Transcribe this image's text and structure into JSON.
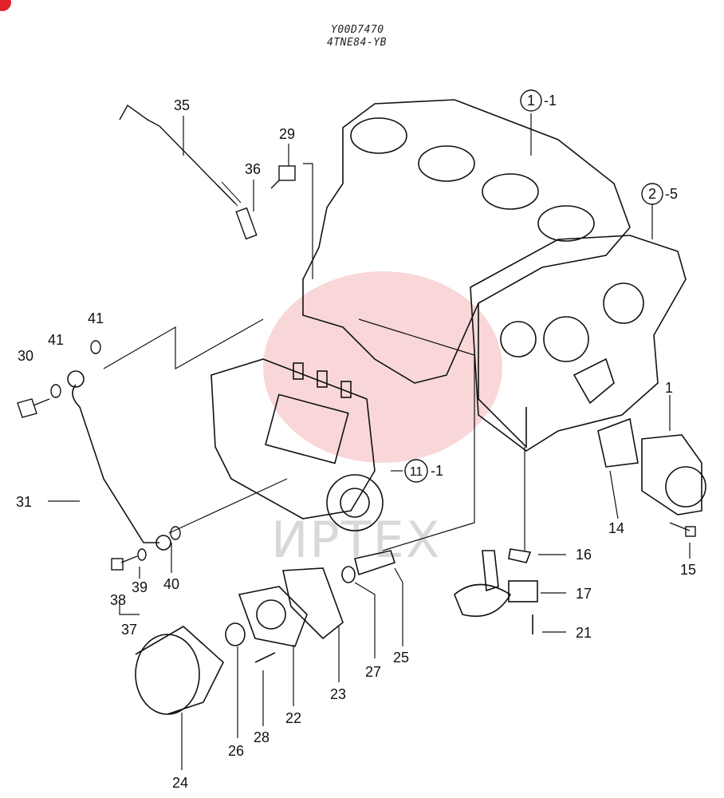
{
  "header": {
    "line1": "Y00D7470",
    "line2": "4TNE84-YB"
  },
  "watermark": "ИРТЕХ",
  "labels": {
    "c1": "1",
    "c1_suffix": "-1",
    "c2": "2",
    "c2_suffix": "-5",
    "c11": "11",
    "c11_suffix": "-1",
    "n35": "35",
    "n29": "29",
    "n36": "36",
    "n41a": "41",
    "n41b": "41",
    "n30": "30",
    "n31": "31",
    "n38": "38",
    "n39": "39",
    "n40": "40",
    "n37": "37",
    "n24": "24",
    "n26": "26",
    "n28": "28",
    "n22": "22",
    "n23": "23",
    "n27": "27",
    "n25": "25",
    "n16": "16",
    "n17": "17",
    "n21": "21",
    "n14": "14",
    "n1": "1",
    "n15": "15"
  }
}
